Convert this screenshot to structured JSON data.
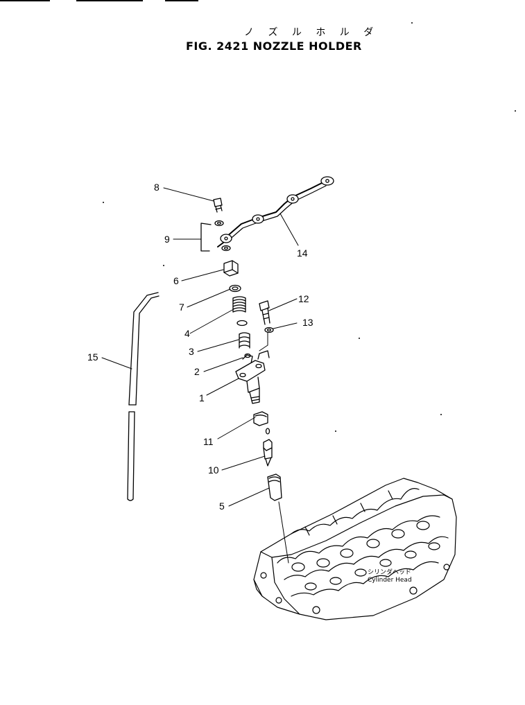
{
  "title": {
    "japanese": "ノ ズ ル ホ ル ダ",
    "english": "FIG. 2421  NOZZLE HOLDER"
  },
  "callouts": [
    {
      "id": "8",
      "text": "8"
    },
    {
      "id": "9",
      "text": "9"
    },
    {
      "id": "14",
      "text": "14"
    },
    {
      "id": "6",
      "text": "6"
    },
    {
      "id": "7",
      "text": "7"
    },
    {
      "id": "12",
      "text": "12"
    },
    {
      "id": "4",
      "text": "4"
    },
    {
      "id": "13",
      "text": "13"
    },
    {
      "id": "3",
      "text": "3"
    },
    {
      "id": "15",
      "text": "15"
    },
    {
      "id": "2",
      "text": "2"
    },
    {
      "id": "1",
      "text": "1"
    },
    {
      "id": "11",
      "text": "11"
    },
    {
      "id": "10",
      "text": "10"
    },
    {
      "id": "5",
      "text": "5"
    }
  ],
  "cylinder_head": {
    "japanese": "シリンダヘッド",
    "english": "Cylinder Head"
  }
}
